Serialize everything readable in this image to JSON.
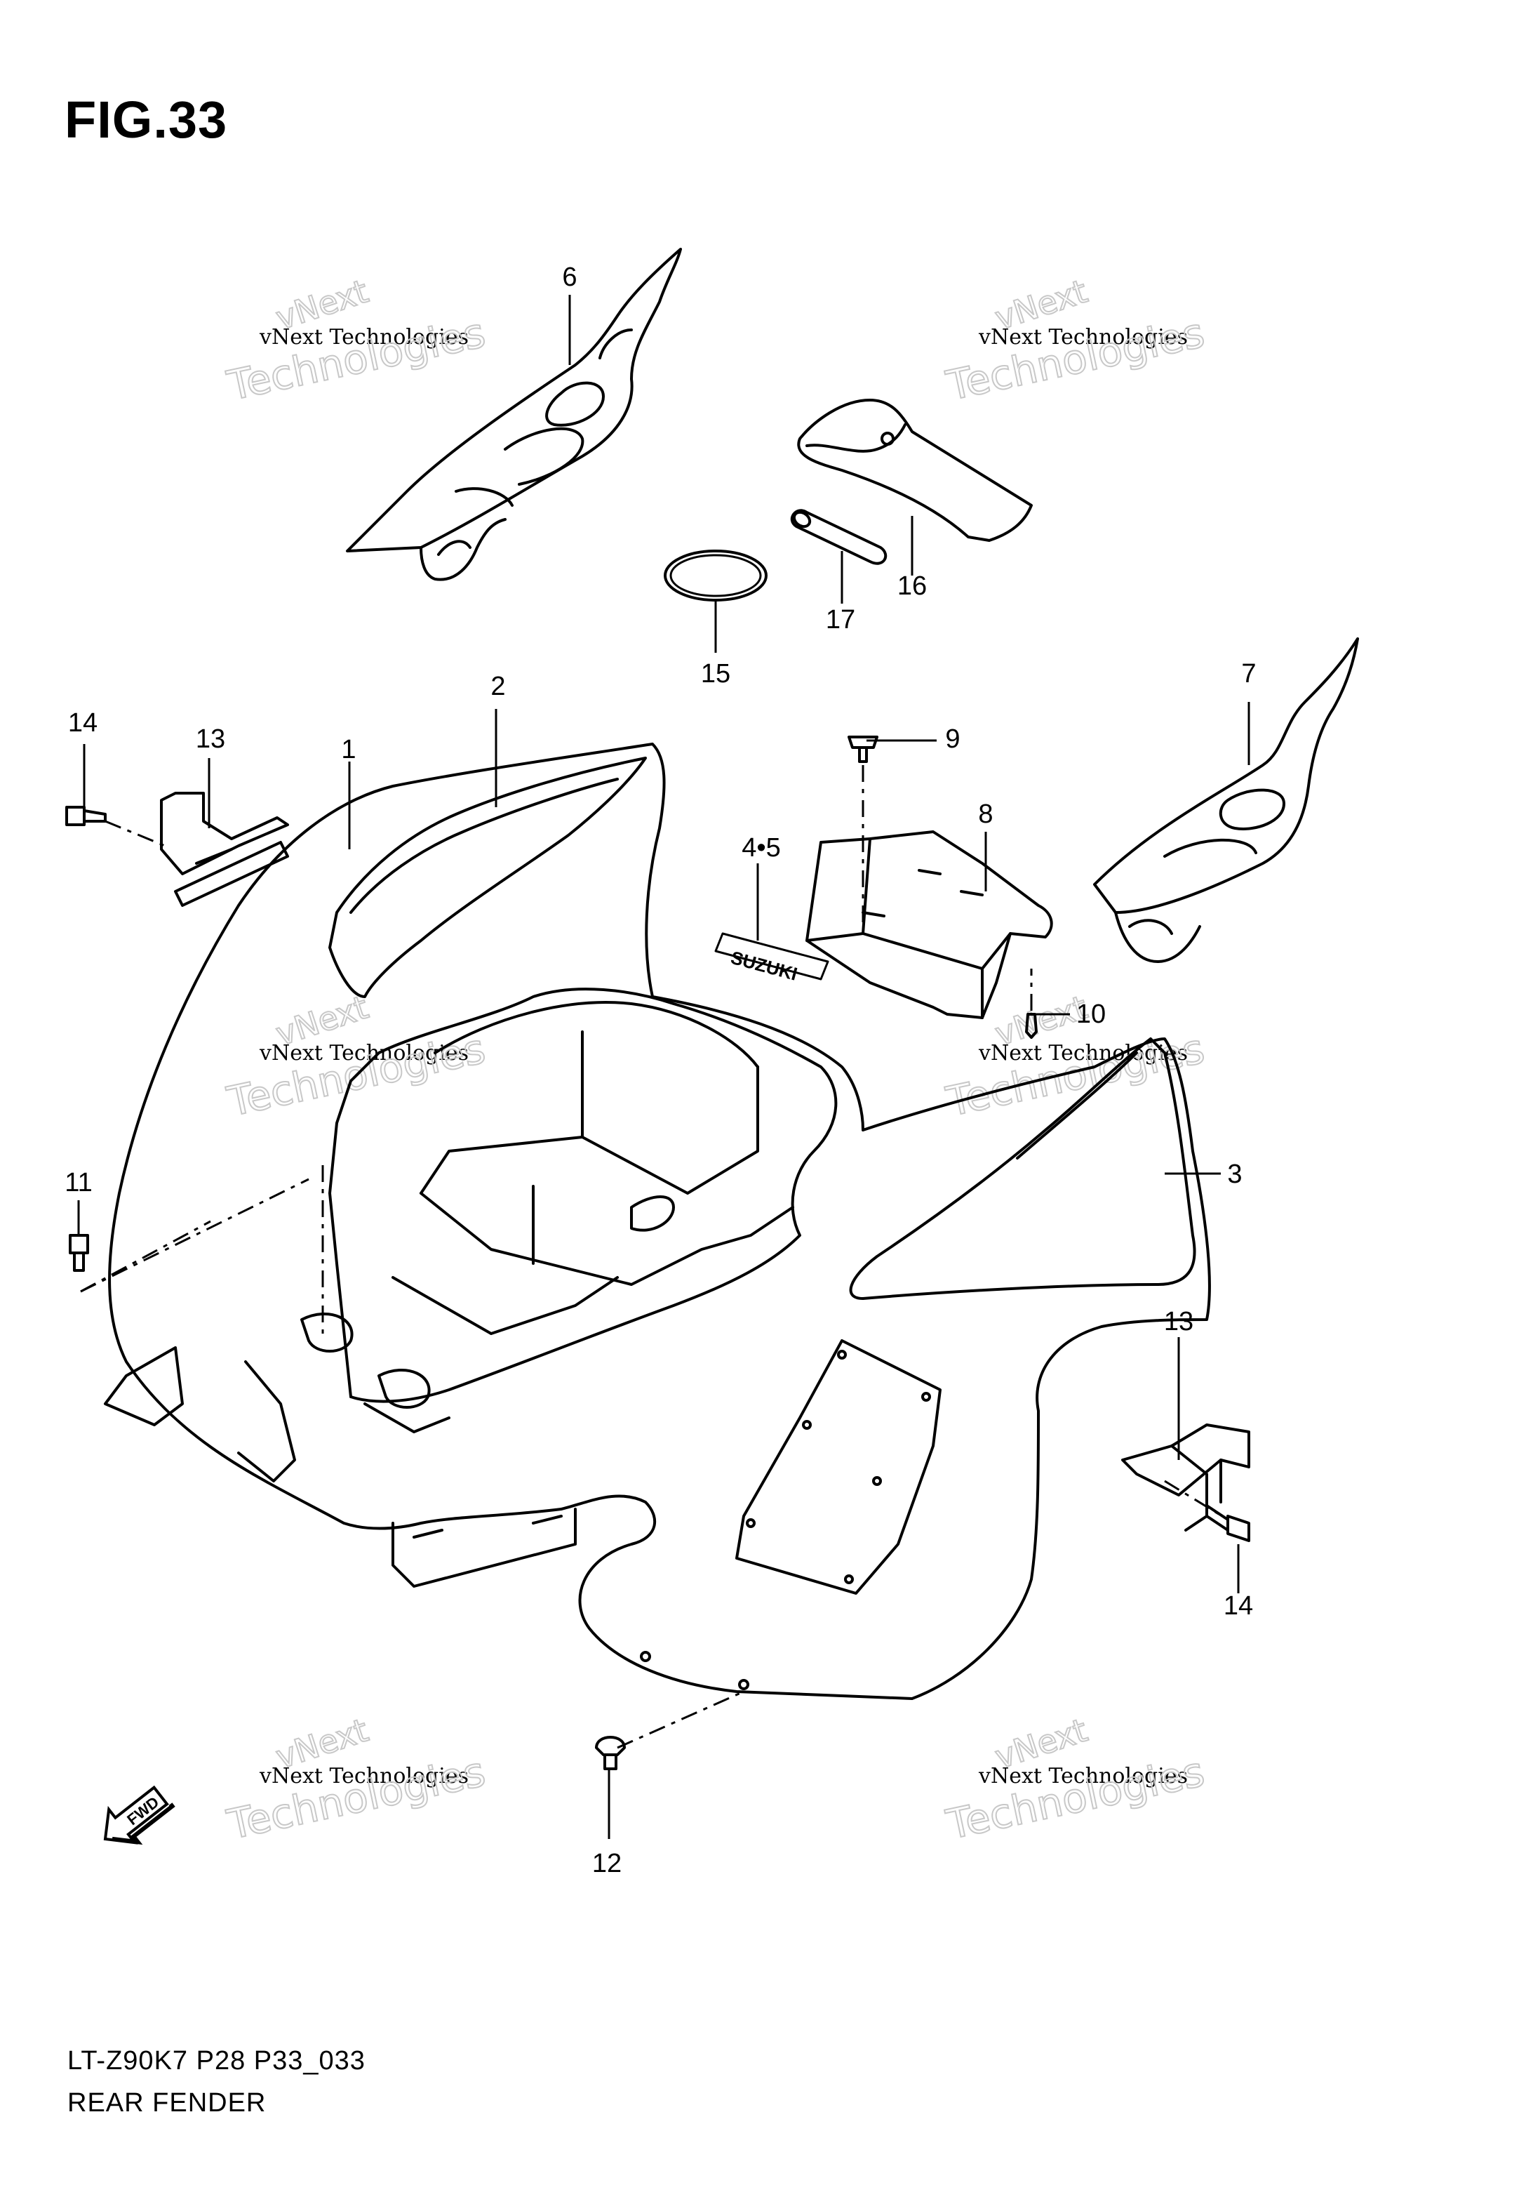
{
  "figure": {
    "title": "FIG.33",
    "model_code": "LT-Z90K7  P28  P33_033",
    "caption": "REAR FENDER"
  },
  "callouts": [
    {
      "id": "1",
      "label": "1"
    },
    {
      "id": "2",
      "label": "2"
    },
    {
      "id": "3",
      "label": "3"
    },
    {
      "id": "4-5",
      "label": "4•5"
    },
    {
      "id": "6",
      "label": "6"
    },
    {
      "id": "7",
      "label": "7"
    },
    {
      "id": "8",
      "label": "8"
    },
    {
      "id": "9",
      "label": "9"
    },
    {
      "id": "10",
      "label": "10"
    },
    {
      "id": "11",
      "label": "11"
    },
    {
      "id": "12",
      "label": "12"
    },
    {
      "id": "13a",
      "label": "13"
    },
    {
      "id": "13b",
      "label": "13"
    },
    {
      "id": "14a",
      "label": "14"
    },
    {
      "id": "14b",
      "label": "14"
    },
    {
      "id": "15",
      "label": "15"
    },
    {
      "id": "16",
      "label": "16"
    },
    {
      "id": "17",
      "label": "17"
    }
  ],
  "watermark": {
    "line1": "vNext",
    "line2": "vNext Technologies",
    "line3": "Technologies"
  },
  "fwd_arrow_label": "FWD",
  "decal_text": "SUZUKI"
}
